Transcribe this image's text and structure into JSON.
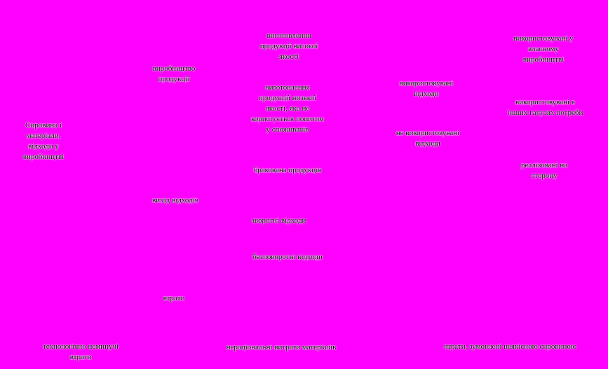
{
  "diagram": {
    "background": "#ff00ff",
    "text_color": "#000000",
    "nodes": {
      "raw_materials": "Сировина і\nматеріали,\nвідходи у\nвиробництві",
      "products": "виробництво\nпродукції",
      "high_quality": "виготовлення\nпродукції високої\nякості",
      "low_quality": "виготовлення\nпродукції низької\nякості, яка не\nкористується попитом\nу споживачів",
      "defective": "бракована продукція",
      "waste_output": "вихід відходів",
      "returnable_waste": "зворотні відходи",
      "non_returnable_waste": "безповоротні відходи",
      "losses": "втрати",
      "used_waste": "використовувані\nвідходи",
      "unused_waste": "не використовувані\nвідходи",
      "used_own_production": "використовувані у\nвласному\nвиробництві",
      "used_other_needs": "використовувані в\nінших галузях потреби",
      "sold_outside": "реалізовані на\nсторону",
      "technological_losses": "технологічно неминучі\nвтрати",
      "irrational_costs": "нераціональні витрати матеріалів",
      "losses_other_factors": "втрати, зумовлені неякісною сировиною"
    }
  }
}
